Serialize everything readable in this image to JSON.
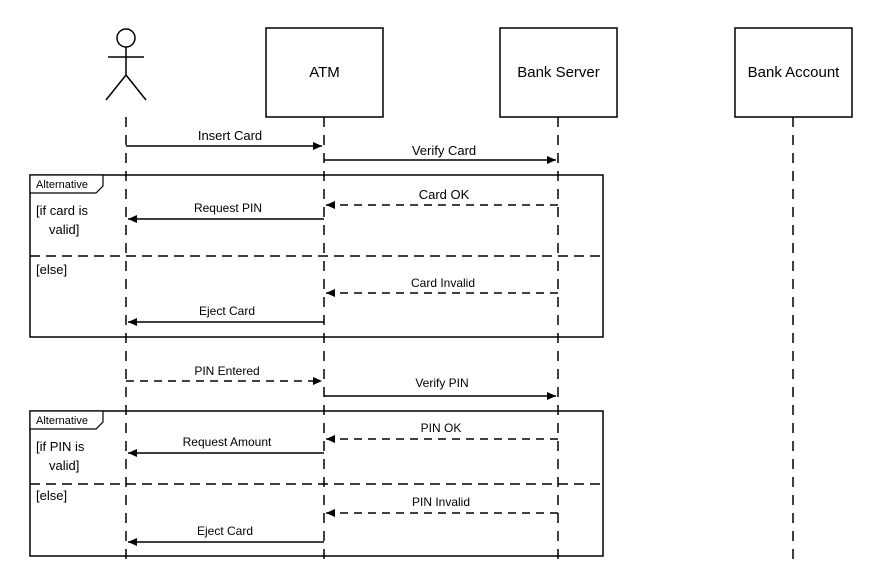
{
  "participants": [
    {
      "label": ""
    },
    {
      "label": "ATM"
    },
    {
      "label": "Bank Server"
    },
    {
      "label": "Bank Account"
    }
  ],
  "messages": [
    {
      "label": "Insert Card",
      "style": "solid"
    },
    {
      "label": "Verify Card",
      "style": "solid"
    },
    {
      "label": "Card OK",
      "style": "dashed"
    },
    {
      "label": "Request PIN",
      "style": "solid"
    },
    {
      "label": "Card Invalid",
      "style": "dashed"
    },
    {
      "label": "Eject Card",
      "style": "solid"
    },
    {
      "label": "PIN Entered",
      "style": "dashed"
    },
    {
      "label": "Verify PIN",
      "style": "solid"
    },
    {
      "label": "PIN OK",
      "style": "dashed"
    },
    {
      "label": "Request Amount",
      "style": "solid"
    },
    {
      "label": "PIN Invalid",
      "style": "dashed"
    },
    {
      "label": "Eject Card",
      "style": "solid"
    }
  ],
  "fragments": [
    {
      "tag": "Alternative",
      "guard_line1": "[if card is",
      "guard_line2": "valid]",
      "else_guard": "[else]"
    },
    {
      "tag": "Alternative",
      "guard_line1": "[if PIN is",
      "guard_line2": "valid]",
      "else_guard": "[else]"
    }
  ]
}
